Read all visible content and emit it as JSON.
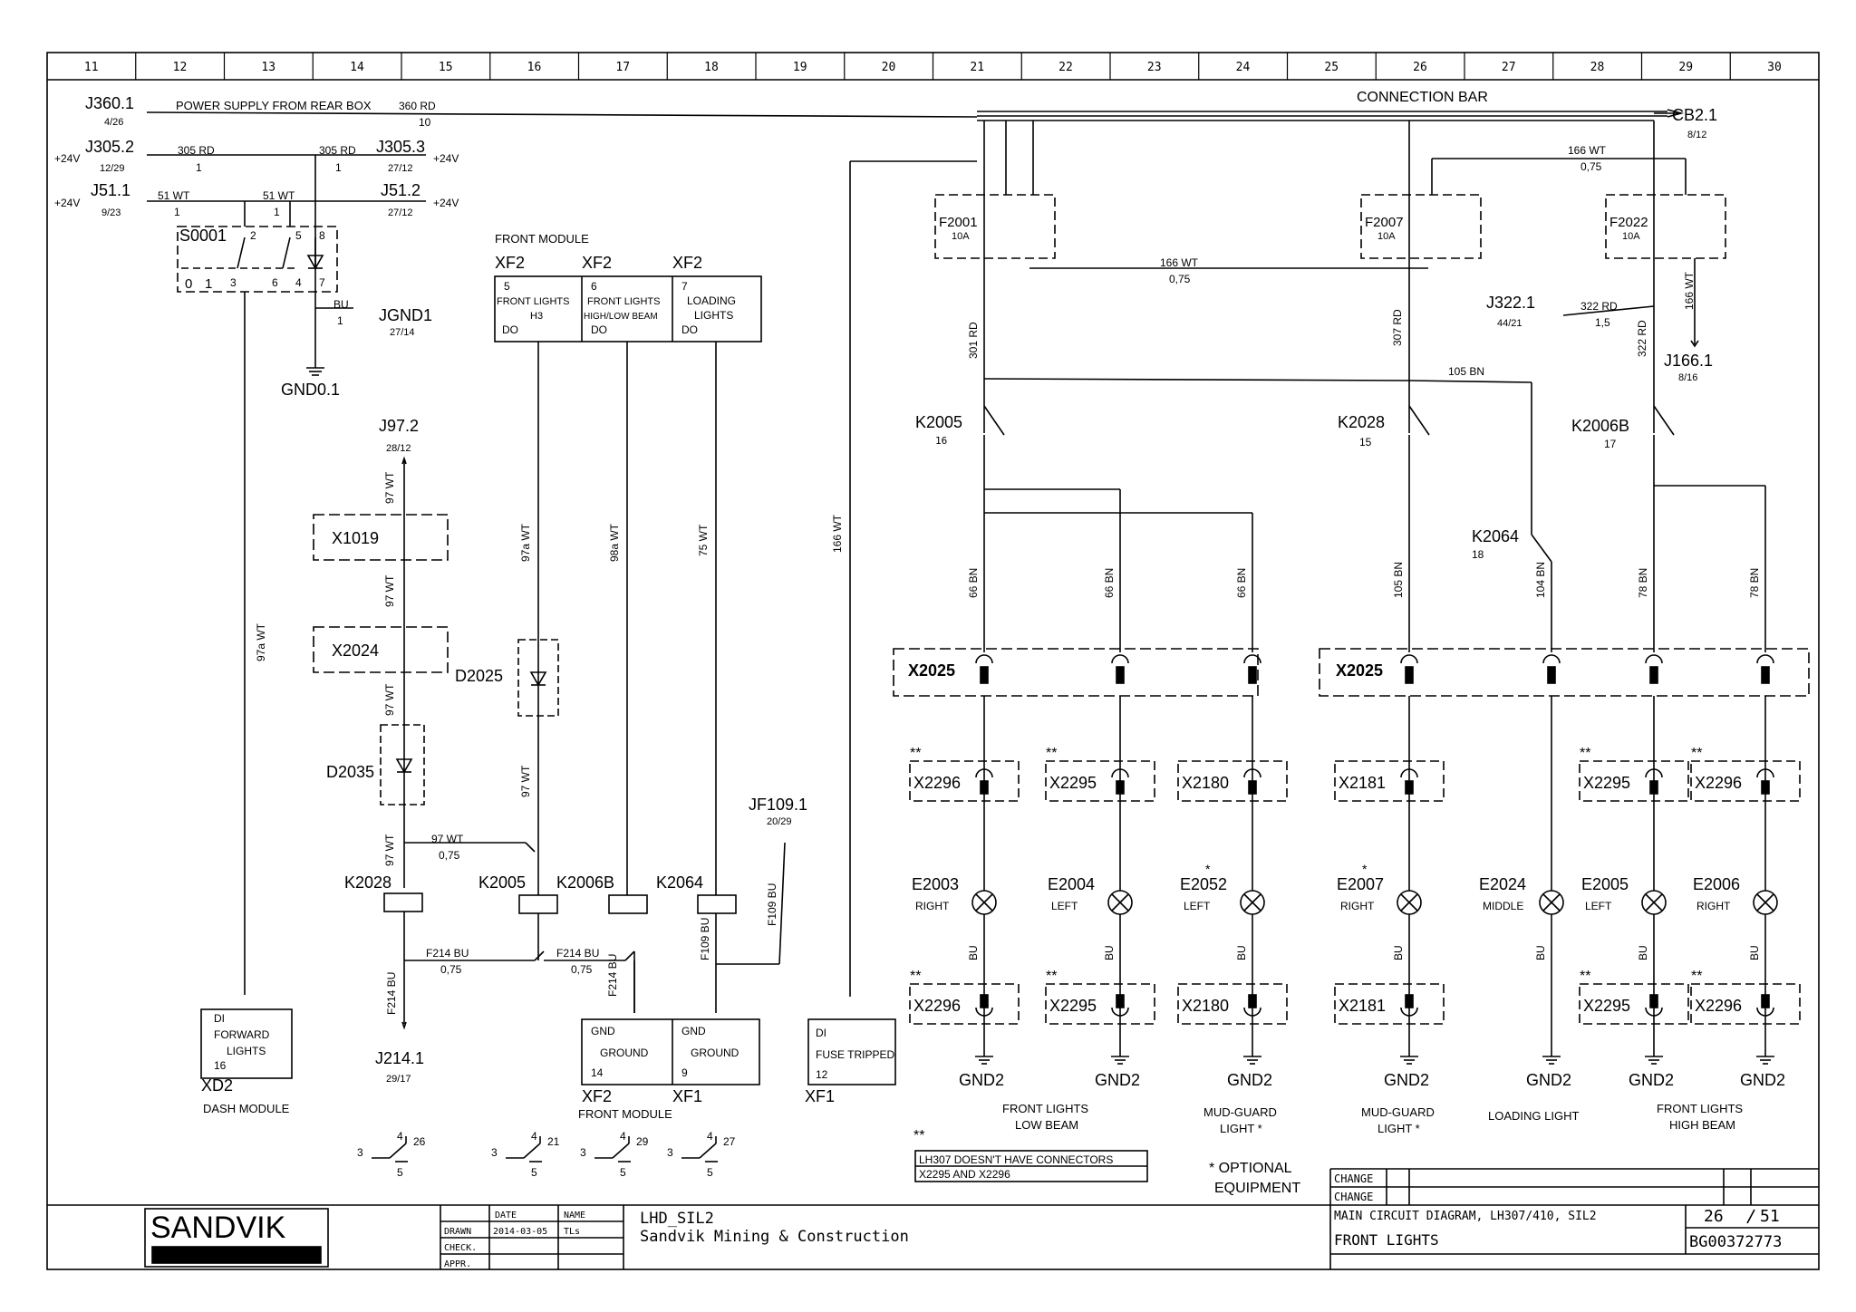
{
  "columns": [
    "11",
    "12",
    "13",
    "14",
    "15",
    "16",
    "17",
    "18",
    "19",
    "20",
    "21",
    "22",
    "23",
    "24",
    "25",
    "26",
    "27",
    "28",
    "29",
    "30"
  ],
  "supply": {
    "j360": "J360.1",
    "j360_ref": "4/26",
    "power_supply": "POWER SUPPLY FROM REAR BOX",
    "w360": "360 RD",
    "w360_n": "10",
    "connection_bar": "CONNECTION BAR",
    "cb2": "CB2.1",
    "cb2_ref": "8/12",
    "j305_2": "J305.2",
    "j305_2_ref": "12/29",
    "j305_3": "J305.3",
    "j305_3_ref": "27/12",
    "w305a": "305 RD",
    "w305b": "305 RD",
    "one": "1",
    "p24": "+24V",
    "j51_1": "J51.1",
    "j51_1_ref": "9/23",
    "j51_2": "J51.2",
    "j51_2_ref": "27/12",
    "w51a": "51 WT",
    "w51b": "51 WT"
  },
  "switch": {
    "s0001": "S0001",
    "pins": [
      "2",
      "5",
      "8",
      "3",
      "6",
      "4",
      "7"
    ],
    "pos0": "0",
    "pos1": "1",
    "bu": "BU",
    "jgnd1": "JGND1",
    "jgnd1_ref": "27/14",
    "gnd01": "GND0.1",
    "w97a": "97a WT"
  },
  "left_chain": {
    "j97": "J97.2",
    "j97_ref": "28/12",
    "w97": "97 WT",
    "w075": "0,75",
    "x1019": "X1019",
    "x2024": "X2024",
    "d2035": "D2035",
    "d2025": "D2025",
    "k2028": "K2028",
    "k2005": "K2005",
    "k2006b": "K2006B",
    "k2064": "K2064",
    "f214": "F214 BU",
    "f109": "F109 BU",
    "j214": "J214.1",
    "j214_ref": "29/17",
    "jf109": "JF109.1",
    "jf109_ref": "20/29",
    "w97a": "97a WT",
    "w98a": "98a WT",
    "w75": "75 WT"
  },
  "front_module": {
    "title": "FRONT MODULE",
    "xf2": "XF2",
    "xf1": "XF1",
    "fl_h3": "FRONT LIGHTS",
    "h3": "H3",
    "fl_hl": "FRONT LIGHTS",
    "hl": "HIGH/LOW BEAM",
    "loading": "LOADING",
    "lights": "LIGHTS",
    "do": "DO",
    "p5": "5",
    "p6": "6",
    "p7": "7",
    "gnd": "GND",
    "ground": "GROUND",
    "p14": "14",
    "p9": "9",
    "caption": "FRONT MODULE"
  },
  "dash": {
    "di": "DI",
    "forward": "FORWARD",
    "lights": "LIGHTS",
    "p16": "16",
    "xd2": "XD2",
    "caption": "DASH MODULE"
  },
  "fuse_tripped": {
    "di": "DI",
    "label": "FUSE TRIPPED",
    "p12": "12",
    "xf1": "XF1",
    "w166": "166 WT"
  },
  "fuses": {
    "f2001": "F2001",
    "f2007": "F2007",
    "f2022": "F2022",
    "a10": "10A",
    "w166": "166 WT",
    "w075": "0,75",
    "j322": "J322.1",
    "j322_ref": "44/21",
    "w322": "322 RD",
    "j166": "J166.1",
    "j166_ref": "8/16",
    "w301": "301 RD",
    "w307": "307 RD",
    "w15": "1,5",
    "w105": "105 BN"
  },
  "relays": {
    "k2005": "K2005",
    "k2005_n": "16",
    "k2028": "K2028",
    "k2028_n": "15",
    "k2006b": "K2006B",
    "k2006b_n": "17",
    "k2064": "K2064",
    "k2064_n": "18"
  },
  "connectors": {
    "x2025": "X2025",
    "x2296": "X2296",
    "x2295": "X2295",
    "x2180": "X2180",
    "x2181": "X2181",
    "stars": "**",
    "star": "*",
    "gnd2": "GND2",
    "w66": "66 BN",
    "w105": "105 BN",
    "w104": "104 BN",
    "w78": "78 BN",
    "bu": "BU"
  },
  "lamps": [
    {
      "id": "E2003",
      "side": "RIGHT"
    },
    {
      "id": "E2004",
      "side": "LEFT"
    },
    {
      "id": "E2052",
      "side": "LEFT"
    },
    {
      "id": "E2007",
      "side": "RIGHT"
    },
    {
      "id": "E2024",
      "side": "MIDDLE"
    },
    {
      "id": "E2005",
      "side": "LEFT"
    },
    {
      "id": "E2006",
      "side": "RIGHT"
    }
  ],
  "groups": {
    "low_beam_1": "FRONT LIGHTS",
    "low_beam_2": "LOW BEAM",
    "mud1_1": "MUD-GUARD",
    "mud1_2": "LIGHT *",
    "mud2_1": "MUD-GUARD",
    "mud2_2": "LIGHT *",
    "loading": "LOADING LIGHT",
    "high_1": "FRONT LIGHTS",
    "high_2": "HIGH BEAM"
  },
  "notes": {
    "lh307_1": "LH307 DOESN'T HAVE CONNECTORS",
    "lh307_2": "X2295 AND X2296",
    "optional_1": "* OPTIONAL",
    "optional_2": "EQUIPMENT"
  },
  "contact_refs": [
    {
      "a": "4",
      "b": "26"
    },
    {
      "a": "4",
      "b": "21"
    },
    {
      "a": "4",
      "b": "29"
    },
    {
      "a": "4",
      "b": "27"
    }
  ],
  "title_block": {
    "logo": "SANDVIK",
    "date_h": "DATE",
    "name_h": "NAME",
    "drawn": "DRAWN",
    "check": "CHECK.",
    "appr": "APPR.",
    "date": "2014-03-05",
    "name": "TLs",
    "project": "LHD_SIL2",
    "company": "Sandvik Mining & Construction",
    "change": "CHANGE",
    "title1": "MAIN CIRCUIT DIAGRAM, LH307/410, SIL2",
    "title2": "FRONT LIGHTS",
    "sheet": "26",
    "sheets": "51",
    "docno": "BG00372773"
  }
}
